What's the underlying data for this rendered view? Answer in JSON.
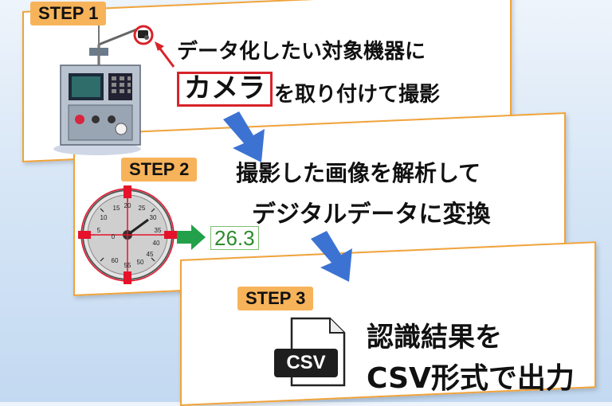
{
  "steps": [
    {
      "badge": "STEP 1",
      "line1": "データ化したい対象機器に",
      "camera_word": "カメラ",
      "line2": "を取り付けて撮影"
    },
    {
      "badge": "STEP 2",
      "line1": "撮影した画像を解析して",
      "line2": "デジタルデータに変換",
      "readout_value": "26.3"
    },
    {
      "badge": "STEP 3",
      "line1": "認識結果を",
      "line2": "CSV形式で出力",
      "file_label": "CSV"
    }
  ],
  "gauge": {
    "tick_labels": [
      "0",
      "5",
      "10",
      "15",
      "20",
      "25",
      "30",
      "35",
      "40",
      "45",
      "50",
      "55",
      "60"
    ]
  },
  "colors": {
    "accent_orange": "#f0a33a",
    "badge": "#f7b35a",
    "flow_arrow": "#3c73d3",
    "highlight_red": "#d8232a",
    "result_green": "#2e8a2e"
  },
  "icons": [
    "machine-tool-icon",
    "camera-icon",
    "gauge-icon",
    "crosshair-icon",
    "green-arrow-icon",
    "document-icon",
    "flow-arrow-icon"
  ]
}
